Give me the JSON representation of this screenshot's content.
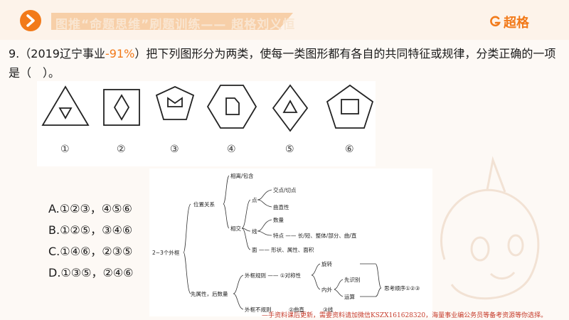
{
  "header": {
    "banner_text": "图推“命题思维”刷题训练—— 超格刘义恒",
    "brand_name": "超格"
  },
  "question": {
    "number": "9.（2019辽宁事业",
    "accuracy": "-91%",
    "text_after": "）把下列图形分为两类，使每一类图形都有各自的共同特征或规律，分类正确的一项是（　）。"
  },
  "shapes": {
    "labels": [
      "①",
      "②",
      "③",
      "④",
      "⑤",
      "⑥"
    ]
  },
  "options": [
    {
      "letter": "A.",
      "text": "①②③，④⑤⑥"
    },
    {
      "letter": "B.",
      "text": "①②⑤，③④⑥"
    },
    {
      "letter": "C.",
      "text": "①④⑥，②③⑤"
    },
    {
      "letter": "D.",
      "text": "①③⑤，②④⑥"
    }
  ],
  "mindmap": {
    "root": "2~3个外框",
    "position_relation": "位置关系",
    "separate_contain": "相离/包含",
    "intersect": "相交",
    "point": "点",
    "point_cross": "交点/切点",
    "point_curve": "曲直性",
    "line": "线",
    "line_count": "数量",
    "line_feature": "特点 —— 长/短、整体/部分、曲/直",
    "face": "面 —— 形状、属性、面积",
    "attr_first": "先属性，后数量",
    "outer_rule": "外框规则 —— ①对称性",
    "outer_irregular": "外框不规则",
    "curve_straight": "②曲直",
    "lines": "③线",
    "flip": "旋转",
    "inner_outer": "内外",
    "first_identify": "先识别",
    "operate": "运算",
    "order": "思考顺序①②③"
  },
  "footer": "—手资料课后更新，需要资料请加微信KSZX161628320，海量事业编公务员等备考资源等你选择。"
}
